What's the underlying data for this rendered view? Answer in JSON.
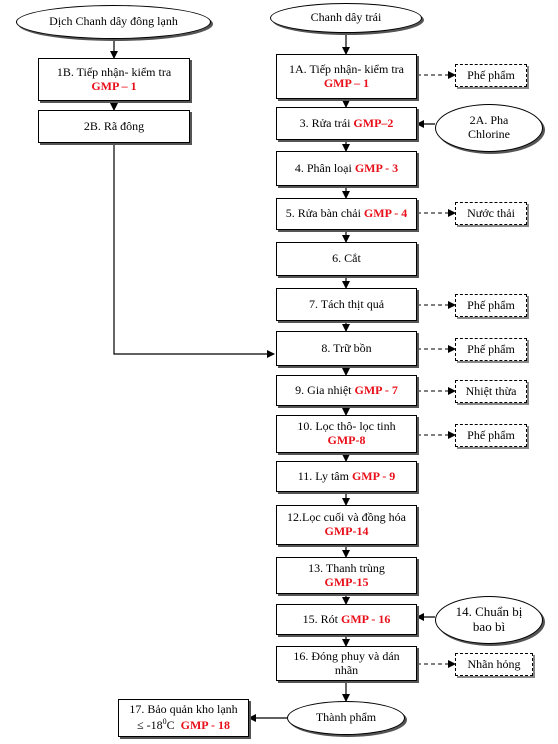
{
  "start_left": "Dịch Chanh dây đông lạnh",
  "start_right": "Chanh dây trái",
  "step_1b": {
    "label": "1B. Tiếp nhận- kiểm tra",
    "gmp": "GMP – 1"
  },
  "step_2b": {
    "label": "2B. Rã đông"
  },
  "step_1a": {
    "label": "1A. Tiếp nhận- kiểm tra",
    "gmp": "GMP – 1"
  },
  "step_3": {
    "label": "3. Rửa trái",
    "gmp": "GMP–2"
  },
  "step_4": {
    "label": "4. Phân loại",
    "gmp": "GMP - 3"
  },
  "step_5": {
    "label": "5. Rửa bàn chải",
    "gmp": "GMP - 4"
  },
  "step_6": {
    "label": "6. Cắt"
  },
  "step_7": {
    "label": "7. Tách thịt quả"
  },
  "step_8": {
    "label": "8. Trữ bồn"
  },
  "step_9": {
    "label": "9. Gia nhiệt",
    "gmp": "GMP - 7"
  },
  "step_10": {
    "label": "10. Lọc thô- lọc tinh",
    "gmp": "GMP-8"
  },
  "step_11": {
    "label": "11. Ly tâm",
    "gmp": "GMP - 9"
  },
  "step_12": {
    "label": "12.Lọc cuối và đồng hóa",
    "gmp": "GMP-14"
  },
  "step_13": {
    "label": "13. Thanh trùng",
    "gmp": "GMP-15"
  },
  "step_15": {
    "label": "15. Rót",
    "gmp": "GMP - 16"
  },
  "step_16": {
    "label": "16. Đóng phuy và dán nhãn"
  },
  "step_17": {
    "line1": "17. Bảo quản kho lạnh",
    "prefix": "≤ -18",
    "sup": "0",
    "unit": "C",
    "gmp": "GMP - 18"
  },
  "finish": "Thành phẩm",
  "side_2a": "2A. Pha Chlorine",
  "side_14": "14. Chuẩn bị bao bì",
  "outputs": {
    "pp1": "Phế phẩm",
    "nuoc_thai": "Nước thải",
    "pp7": "Phế phẩm",
    "pp8": "Phế phẩm",
    "nhiet_thua": "Nhiệt thừa",
    "pp10": "Phế phẩm",
    "nhan_hong": "Nhãn hỏng"
  }
}
